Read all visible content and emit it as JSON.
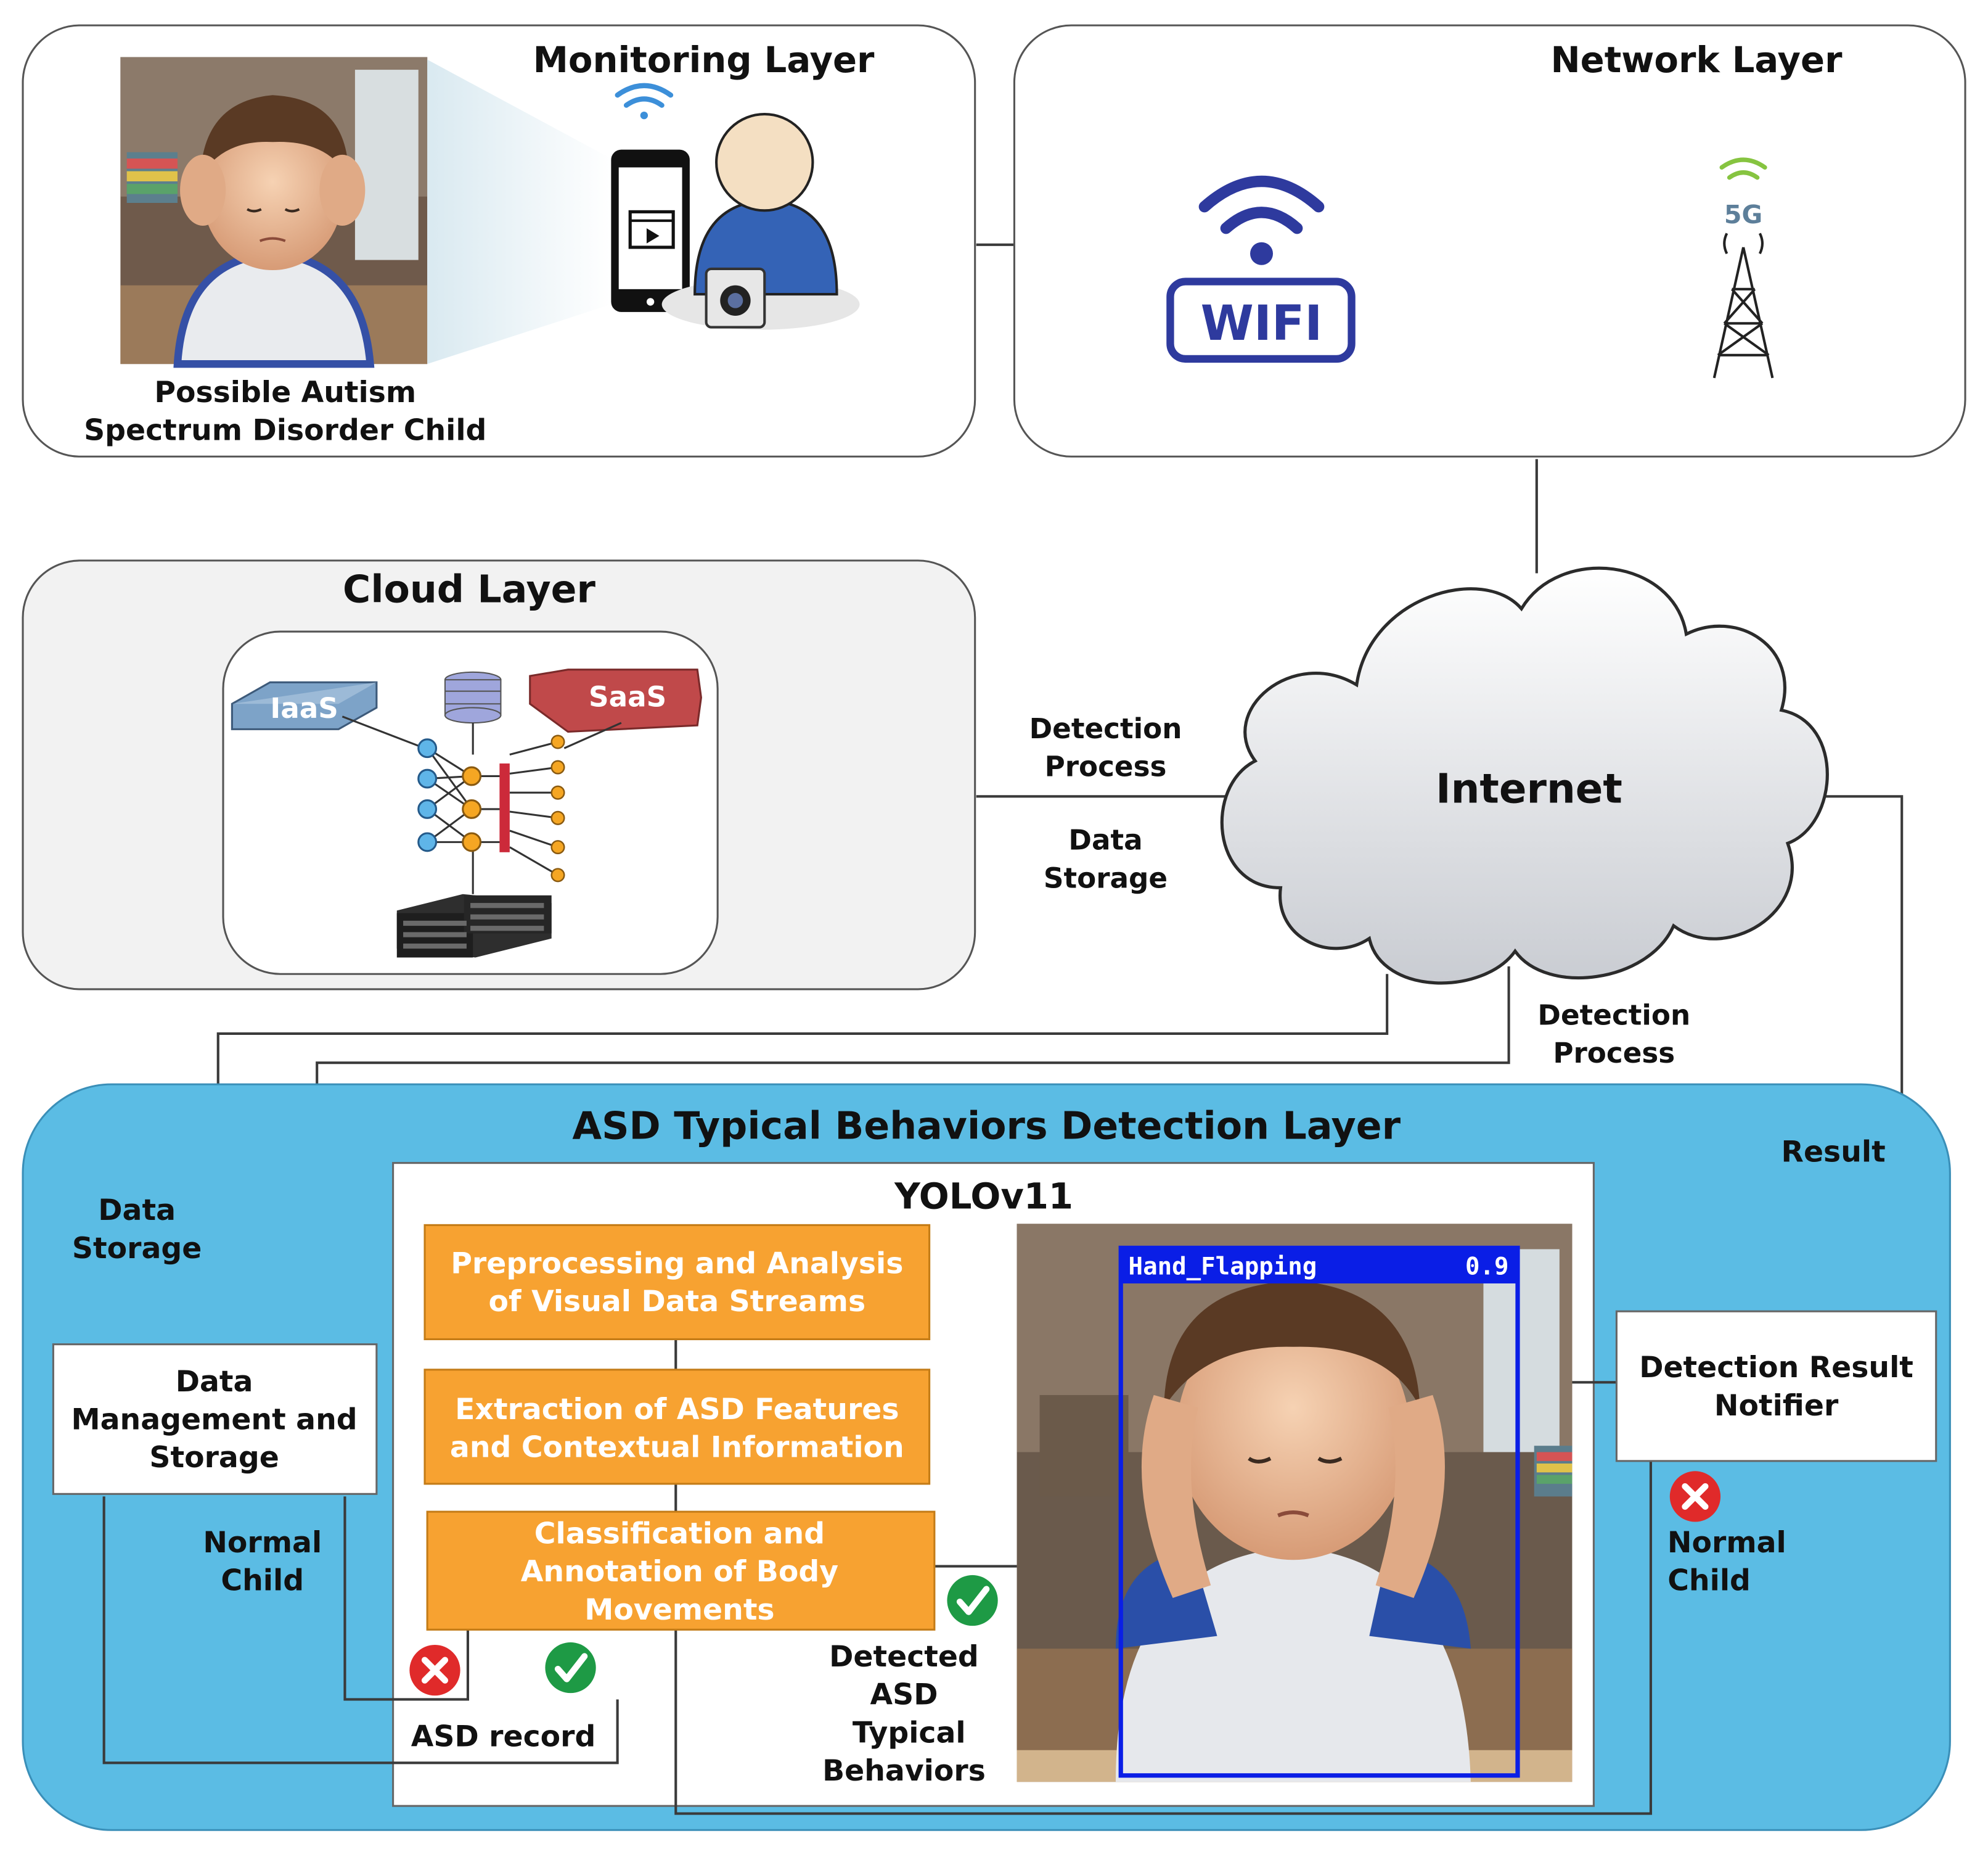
{
  "monitoring_layer": {
    "title": "Monitoring Layer",
    "child_caption_line1": "Possible Autism",
    "child_caption_line2": "Spectrum Disorder Child"
  },
  "network_layer": {
    "title": "Network Layer",
    "wifi_label": "WIFI",
    "cellular_label": "5G"
  },
  "cloud_layer": {
    "title": "Cloud Layer",
    "iaas_label": "IaaS",
    "saas_label": "SaaS"
  },
  "internet": {
    "label": "Internet"
  },
  "edge_labels": {
    "cloud_detection_1": "Detection",
    "cloud_detection_2": "Process",
    "cloud_storage_1": "Data",
    "cloud_storage_2": "Storage",
    "internet_detection_1": "Detection",
    "internet_detection_2": "Process",
    "result": "Result",
    "left_storage_1": "Data",
    "left_storage_2": "Storage"
  },
  "detection_layer": {
    "title": "ASD Typical Behaviors Detection Layer",
    "model_title": "YOLOv11",
    "step1_line1": "Preprocessing and Analysis",
    "step1_line2": "of Visual Data Streams",
    "step2_line1": "Extraction of ASD Features",
    "step2_line2": "and Contextual Information",
    "step3_line1": "Classification and",
    "step3_line2": "Annotation of Body",
    "step3_line3": "Movements",
    "data_mgmt_line1": "Data",
    "data_mgmt_line2": "Management and",
    "data_mgmt_line3": "Storage",
    "notifier_line1": "Detection Result",
    "notifier_line2": "Notifier",
    "normal_child_left_1": "Normal",
    "normal_child_left_2": "Child",
    "normal_child_right_1": "Normal",
    "normal_child_right_2": "Child",
    "asd_record": "ASD record",
    "detected_line1": "Detected",
    "detected_line2": "ASD",
    "detected_line3": "Typical",
    "detected_line4": "Behaviors",
    "bbox_class": "Hand_Flapping",
    "bbox_score": "0.9"
  },
  "colors": {
    "detection_bg": "#5bbce4",
    "orange": "#f7a231",
    "bbox_blue": "#0a1ee6",
    "saas_red": "#c0494a",
    "iaas_blue": "#7da3c8",
    "wifi_navy": "#2e3a9e",
    "reject_red": "#e02a2a",
    "accept_green": "#1e9a45"
  }
}
